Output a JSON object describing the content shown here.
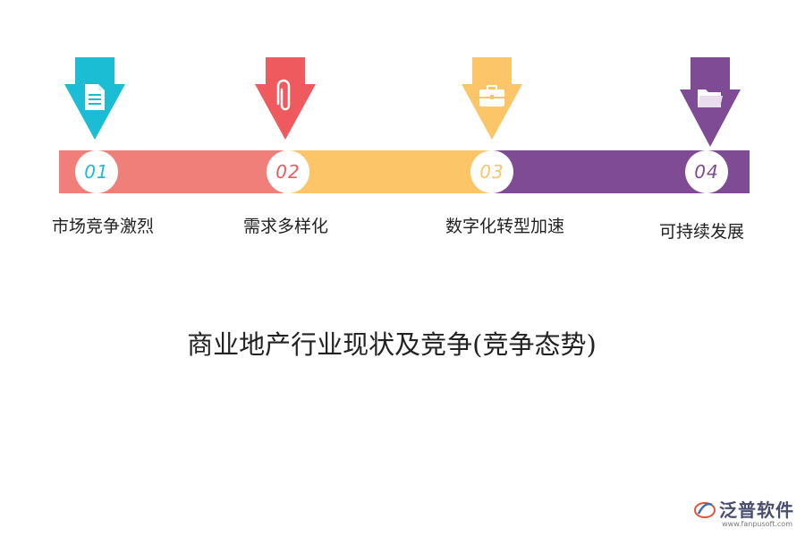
{
  "title": "商业地产行业现状及竞争(竞争态势)",
  "steps": [
    {
      "number": "01",
      "label": "市场竞争激烈",
      "color": "#1bbdd4",
      "band_color": "#f07f79",
      "icon": "document-icon"
    },
    {
      "number": "02",
      "label": "需求多样化",
      "color": "#ef5a5f",
      "band_color": "#fcc567",
      "icon": "paperclip-icon"
    },
    {
      "number": "03",
      "label": "数字化转型加速",
      "color": "#fcc567",
      "band_color": "#fcc567",
      "icon": "briefcase-icon"
    },
    {
      "number": "04",
      "label": "可持续发展",
      "color": "#7e4b94",
      "band_color": "#7e4b94",
      "icon": "folder-icon"
    }
  ],
  "logo": {
    "name": "泛普软件",
    "url": "www.fanpusoft.com"
  }
}
